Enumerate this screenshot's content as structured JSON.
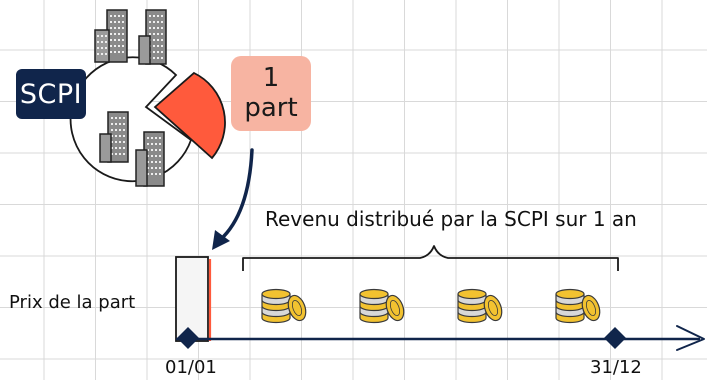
{
  "badges": {
    "scpi": "SCPI",
    "part_line1": "1",
    "part_line2": "part"
  },
  "labels": {
    "revenue": "Revenu distribué par la SCPI sur 1 an",
    "price": "Prix de la part",
    "start_date": "01/01",
    "end_date": "31/12"
  },
  "icons": {
    "coin_stacks": [
      "coin-stack-icon",
      "coin-stack-icon",
      "coin-stack-icon",
      "coin-stack-icon"
    ]
  },
  "colors": {
    "navy": "#10254b",
    "accent_red": "#ff5a3c",
    "badge_pink": "#f7b4a2"
  }
}
